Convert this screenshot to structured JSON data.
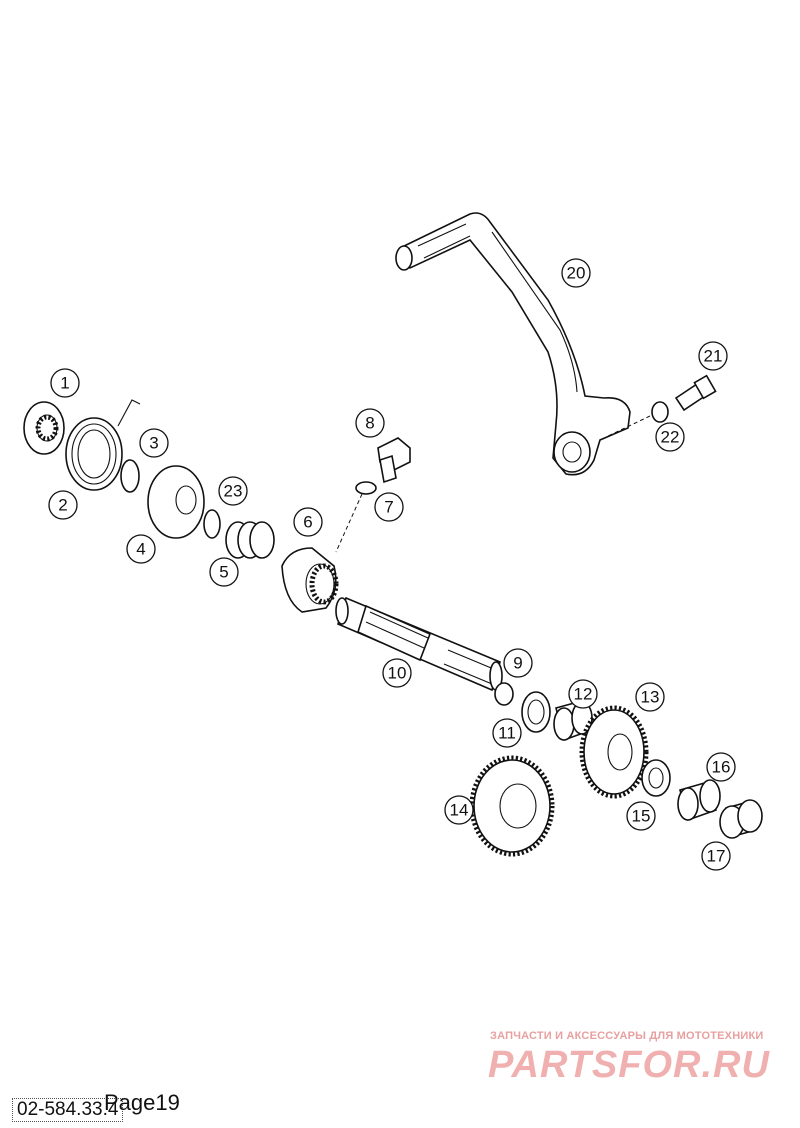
{
  "page_label": "Page19",
  "doc_number": "02-584.33.4",
  "watermark": {
    "caption": "ЗАПЧАСТИ И АКСЕССУАРЫ ДЛЯ МОТОТЕХНИКИ",
    "brand": "PARTSFOR.RU"
  },
  "callouts": [
    "1",
    "2",
    "3",
    "4",
    "5",
    "6",
    "7",
    "8",
    "9",
    "10",
    "11",
    "12",
    "13",
    "14",
    "15",
    "16",
    "17",
    "20",
    "21",
    "22",
    "23"
  ]
}
